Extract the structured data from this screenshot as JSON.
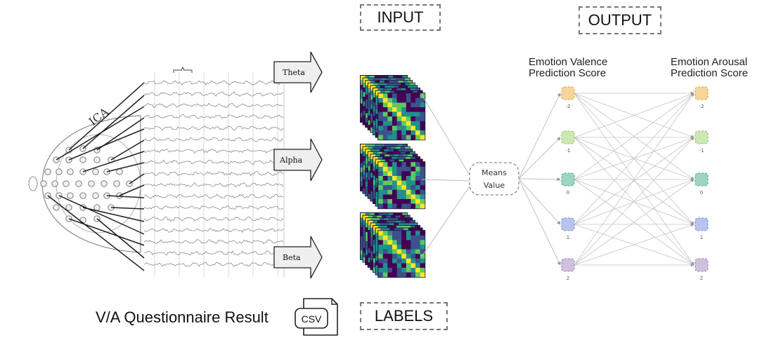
{
  "tags": {
    "input": "INPUT",
    "output": "OUTPUT",
    "labels": "LABELS"
  },
  "eeg": {
    "ica_label": "ICA",
    "bands": [
      "Theta",
      "Alpha",
      "Beta"
    ]
  },
  "aggregator": {
    "line1": "Means",
    "line2": "Value"
  },
  "output_headings": {
    "valence_line1": "Emotion Valence",
    "valence_line2": "Prediction Score",
    "arousal_line1": "Emotion Arousal",
    "arousal_line2": "Prediction Score"
  },
  "score_levels": [
    "-2",
    "-1",
    "0",
    "1",
    "2"
  ],
  "score_colors": [
    "#f6d59a",
    "#cde8b2",
    "#9ed5c0",
    "#b9c4ee",
    "#cfc0dc"
  ],
  "score_stroke_colors": [
    "#d9a842",
    "#8fc46b",
    "#4ea88a",
    "#7b8bd8",
    "#9b84b5"
  ],
  "questionnaire": {
    "text": "V/A Questionnaire Result",
    "file_icon": "csv-file-icon",
    "file_label": "CSV"
  },
  "matrix_palette": [
    "#440154",
    "#3b528b",
    "#21908d",
    "#5dc963",
    "#fde725"
  ]
}
